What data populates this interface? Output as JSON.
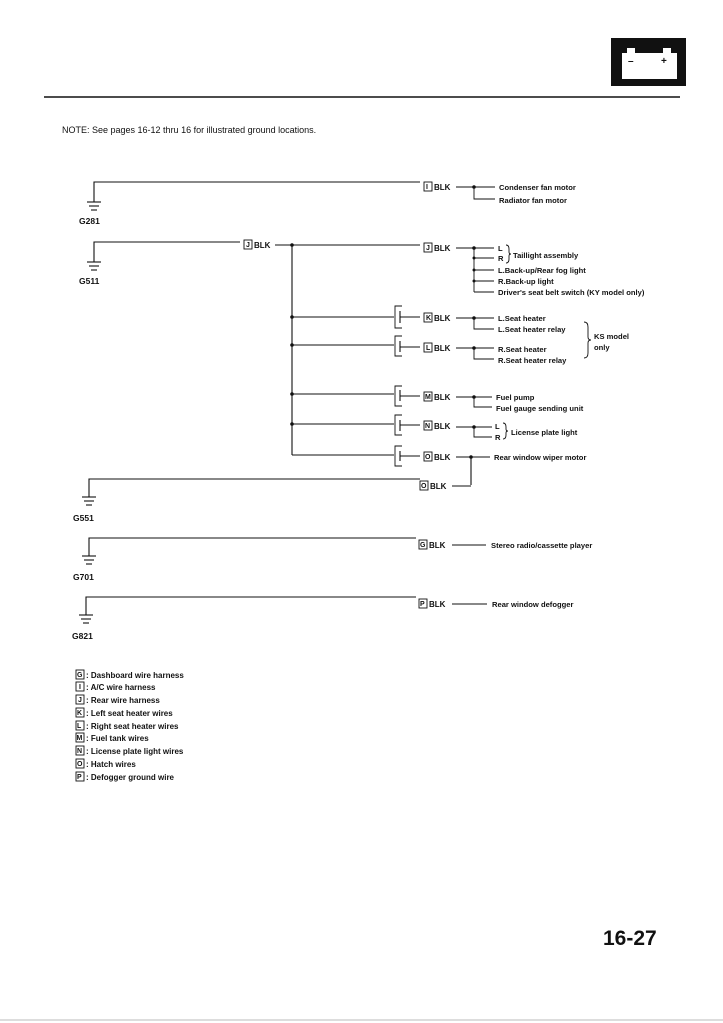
{
  "header": {
    "note": "NOTE: See pages 16-12 thru 16 for illustrated ground locations.",
    "battery_icon": "battery-icon",
    "battery_minus": "–",
    "battery_plus": "+"
  },
  "wire_color": "BLK",
  "grounds": [
    {
      "name": "G281"
    },
    {
      "name": "G511"
    },
    {
      "name": "G551"
    },
    {
      "name": "G701"
    },
    {
      "name": "G821"
    }
  ],
  "connectors": {
    "I": "I",
    "J": "J",
    "K": "K",
    "L": "L",
    "M": "M",
    "N": "N",
    "O": "O",
    "G": "G",
    "P": "P"
  },
  "loads": {
    "g281": [
      "Condenser fan motor",
      "Radiator fan motor"
    ],
    "g511_j_l": "L",
    "g511_j_r": "R",
    "g511_j_brace": "Taillight assembly",
    "g511_j_rest": [
      "L.Back-up/Rear fog light",
      "R.Back-up light",
      "Driver's seat belt switch (KY model only)"
    ],
    "g511_k": [
      "L.Seat heater",
      "L.Seat heater relay"
    ],
    "g511_l": [
      "R.Seat heater",
      "R.Seat heater relay"
    ],
    "ks_note": [
      "KS model",
      "only"
    ],
    "g511_m": [
      "Fuel pump",
      "Fuel gauge sending unit"
    ],
    "g511_n_l": "L",
    "g511_n_r": "R",
    "g511_n_brace": "License plate light",
    "g511_o": "Rear window wiper motor",
    "g701": "Stereo radio/cassette player",
    "g821": "Rear window defogger"
  },
  "legend": [
    {
      "code": "G",
      "text": ": Dashboard wire harness"
    },
    {
      "code": "I",
      "text": ": A/C wire harness"
    },
    {
      "code": "J",
      "text": ": Rear wire harness"
    },
    {
      "code": "K",
      "text": ": Left seat heater wires"
    },
    {
      "code": "L",
      "text": ": Right seat heater wires"
    },
    {
      "code": "M",
      "text": ": Fuel tank wires"
    },
    {
      "code": "N",
      "text": ": License plate light wires"
    },
    {
      "code": "O",
      "text": ": Hatch wires"
    },
    {
      "code": "P",
      "text": ": Defogger ground wire"
    }
  ],
  "page_number": "16-27"
}
